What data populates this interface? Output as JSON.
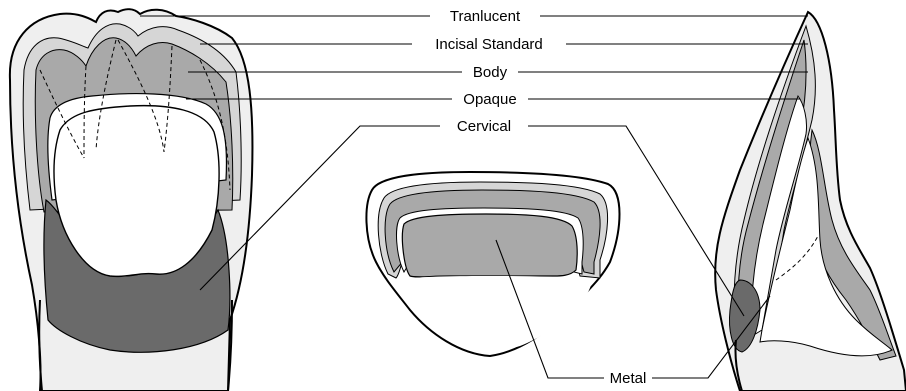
{
  "labels": {
    "tranlucent": "Tranlucent",
    "incisal_standard": "Incisal Standard",
    "body": "Body",
    "opaque": "Opaque",
    "cervical": "Cervical",
    "metal": "Metal"
  },
  "colors": {
    "translucent": "#efefef",
    "incisal": "#d6d6d6",
    "body": "#a9a9a9",
    "opaque": "#ffffff",
    "cervical": "#6a6a6a",
    "metal": "#ffffff",
    "line": "#000000"
  }
}
